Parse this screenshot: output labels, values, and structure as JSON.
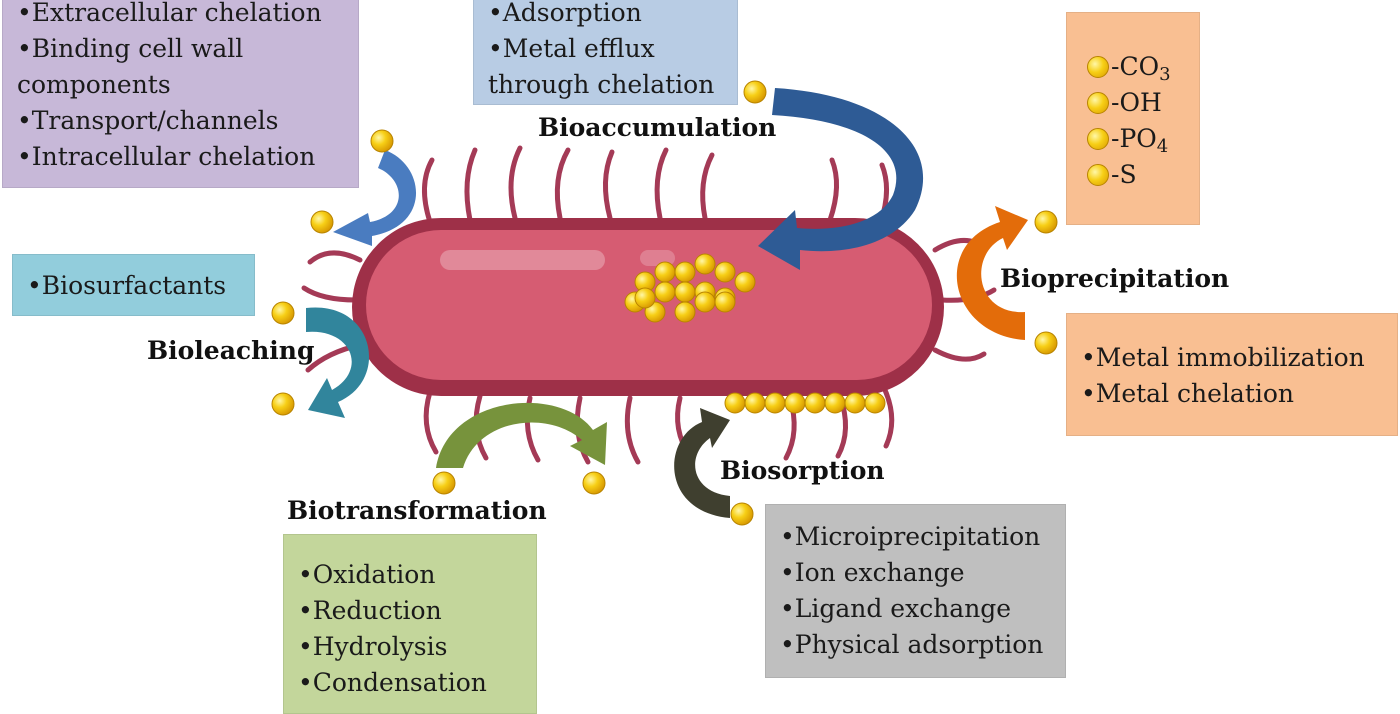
{
  "colors": {
    "bacteria_body": "#d65c72",
    "bacteria_outline": "#9e3048",
    "flagella": "#a43a56",
    "metal_ion": "#f5c518",
    "bioaccumulation_box": "#c7b8d8",
    "bioaccumulation_arrow": "#2e5b95",
    "adsorption_box": "#b8cce4",
    "bioprecipitation_box": "#f9bf92",
    "bioprecipitation_arrow": "#e36c0a",
    "bioleaching_box": "#92cddc",
    "bioleaching_arrow": "#31859c",
    "biotransformation_box": "#c3d69b",
    "biotransformation_arrow": "#77933c",
    "biosorption_box": "#bfbfbf",
    "biosorption_arrow": "#3f3f2f",
    "intracellular_arrow": "#4a7cc0"
  },
  "processes": {
    "bioaccumulation": "Bioaccumulation",
    "bioprecipitation": "Bioprecipitation",
    "bioleaching": "Bioleaching",
    "biotransformation": "Biotransformation",
    "biosorption": "Biosorption"
  },
  "boxes": {
    "intracellular": [
      "•Extracellular chelation",
      "•Binding cell wall",
      "components",
      "•Transport/channels",
      "•Intracellular chelation"
    ],
    "adsorption": [
      "•Adsorption",
      "•Metal efflux",
      "through chelation"
    ],
    "functional_groups": [
      {
        "base": "-CO",
        "sub": "3"
      },
      {
        "base": "-OH",
        "sub": ""
      },
      {
        "base": "-PO",
        "sub": "4"
      },
      {
        "base": "-S",
        "sub": ""
      }
    ],
    "immobilization": [
      "•Metal immobilization",
      "•Metal chelation"
    ],
    "biosurfactants": [
      "•Biosurfactants"
    ],
    "transformation": [
      "•Oxidation",
      "•Reduction",
      "•Hydrolysis",
      "•Condensation"
    ],
    "sorption": [
      "•Microiprecipitation",
      "•Ion exchange",
      "•Ligand exchange",
      "•Physical adsorption"
    ]
  }
}
